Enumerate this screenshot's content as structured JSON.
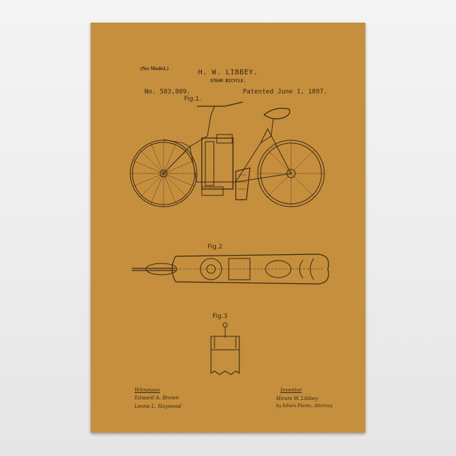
{
  "header": {
    "no_model": "(No Model.)",
    "inventor": "H. W. LIBBEY.",
    "title": "STEAM BICYCLE.",
    "patent_number": "No. 583,809.",
    "patent_date": "Patented June 1, 1897."
  },
  "figures": {
    "fig1": "Fig.1.",
    "fig2": "Fig.2",
    "fig3": "Fig.3"
  },
  "signatures": {
    "witnesses_label": "Witnesses",
    "witness1": "Edward A. Brown",
    "witness2": "Leona L. Haywood",
    "inventor_label": "Inventor",
    "inventor_name": "Hiram W. Libbey",
    "attorney": "by Edwin Plante, Attorney"
  },
  "colors": {
    "paper": "#c8913f",
    "ink": "#3a2816",
    "backdrop": "#eeeeee"
  }
}
